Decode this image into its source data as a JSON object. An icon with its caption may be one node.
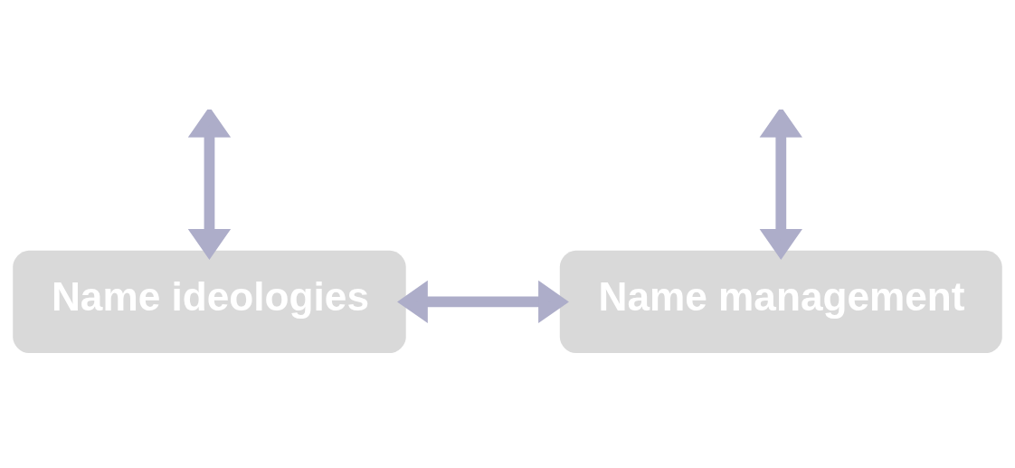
{
  "diagram": {
    "nodes": [
      {
        "text": [
          "Name ideologies"
        ]
      },
      {
        "text": [
          "Name management"
        ]
      }
    ],
    "edges": [
      {
        "from": null,
        "to": 0,
        "arrow": "both"
      },
      {
        "from": null,
        "to": 1,
        "arrow": "both"
      },
      {
        "from": 0,
        "to": 1,
        "arrow": "both"
      }
    ]
  }
}
